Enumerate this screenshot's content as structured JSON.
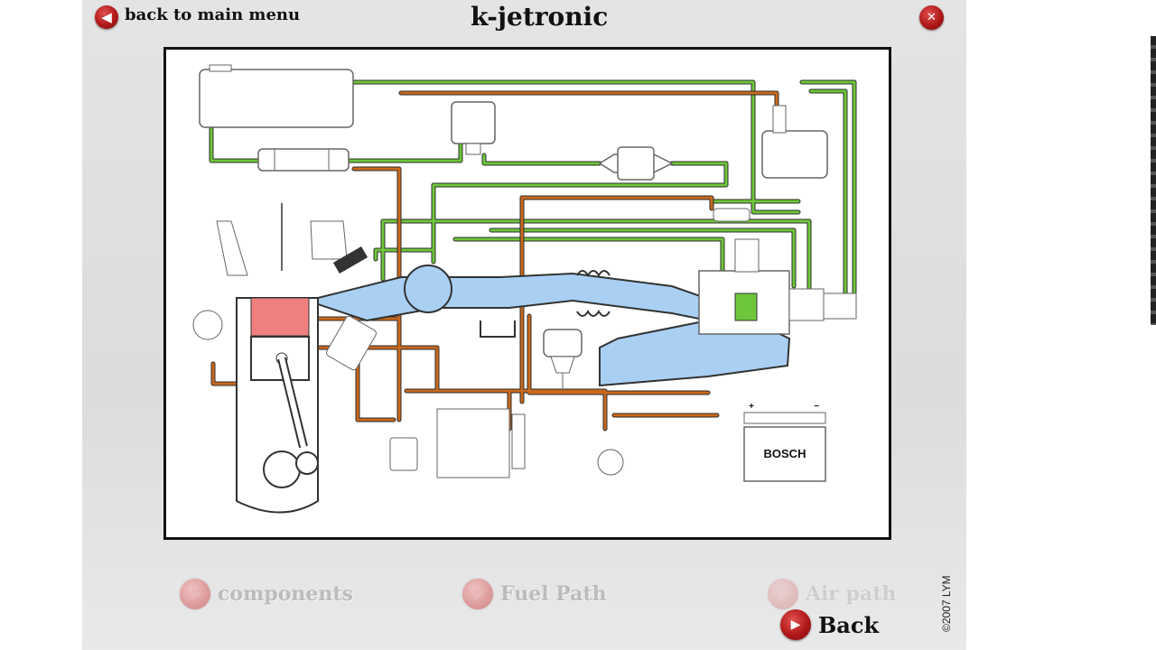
{
  "header": {
    "back_main_label": "back to main menu",
    "title": "k-jetronic",
    "close_icon": "close-icon"
  },
  "diagram": {
    "battery_label": "BOSCH",
    "battery_plus": "+",
    "battery_minus": "−"
  },
  "nav": {
    "components": "components",
    "fuel_path": "Fuel Path",
    "air_path": "Air path",
    "back": "Back"
  },
  "copyright": "©2007 LYM",
  "colors": {
    "fuel": "#6ec63a",
    "electric": "#c8691e",
    "air": "#a9d0f3",
    "combustion": "#f08080",
    "button_red": "#b01818"
  }
}
